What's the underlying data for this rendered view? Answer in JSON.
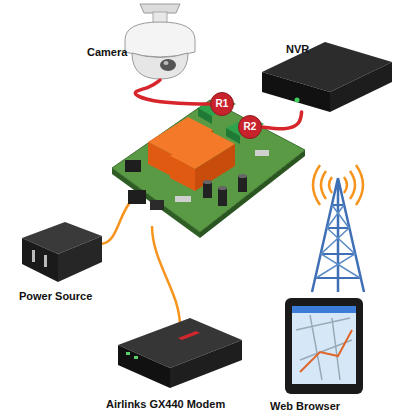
{
  "diagram": {
    "nodes": [
      {
        "text": [
          "Camera"
        ]
      },
      {
        "text": [
          "NVR"
        ]
      },
      {
        "text": [
          "R1"
        ]
      },
      {
        "text": [
          "R2"
        ]
      },
      {
        "text": [
          "Power Source"
        ]
      },
      {
        "text": [
          "Airlinks GX440 Modem"
        ]
      },
      {
        "text": [
          "Web Browser"
        ]
      }
    ],
    "edges": [
      {
        "from": 0,
        "to": 2,
        "arrow": "none"
      },
      {
        "from": 3,
        "to": 1,
        "arrow": "none"
      }
    ]
  }
}
